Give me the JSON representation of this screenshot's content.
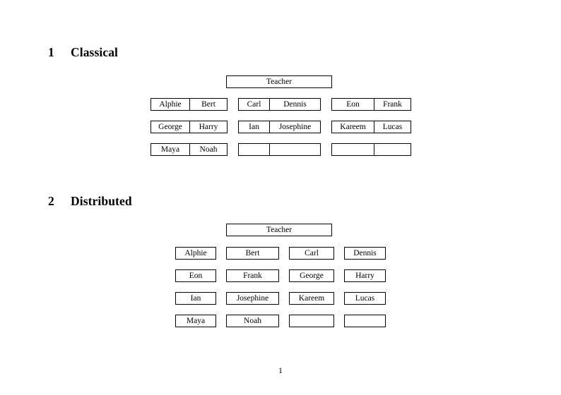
{
  "document": {
    "page_number": "1"
  },
  "sections": [
    {
      "number": "1",
      "title": "Classical",
      "root": {
        "label": "Teacher"
      },
      "groups": [
        {
          "rows": [
            {
              "cells": [
                "Alphie",
                "Bert"
              ]
            },
            {
              "cells": [
                "George",
                "Harry"
              ]
            },
            {
              "cells": [
                "Maya",
                "Noah"
              ]
            }
          ]
        },
        {
          "rows": [
            {
              "cells": [
                "Carl",
                "Dennis"
              ]
            },
            {
              "cells": [
                "Ian",
                "Josephine"
              ]
            },
            {
              "cells": [
                "",
                ""
              ]
            }
          ]
        },
        {
          "rows": [
            {
              "cells": [
                "Eon",
                "Frank"
              ]
            },
            {
              "cells": [
                "Kareem",
                "Lucas"
              ]
            },
            {
              "cells": [
                "",
                ""
              ]
            }
          ]
        }
      ]
    },
    {
      "number": "2",
      "title": "Distributed",
      "root": {
        "label": "Teacher"
      },
      "rows": [
        {
          "cells": [
            "Alphie",
            "Bert",
            "Carl",
            "Dennis"
          ]
        },
        {
          "cells": [
            "Eon",
            "Frank",
            "George",
            "Harry"
          ]
        },
        {
          "cells": [
            "Ian",
            "Josephine",
            "Kareem",
            "Lucas"
          ]
        },
        {
          "cells": [
            "Maya",
            "Noah",
            "",
            ""
          ]
        }
      ]
    }
  ],
  "colors": {
    "page_background": "#ffffff",
    "text": "#000000",
    "border": "#000000"
  }
}
